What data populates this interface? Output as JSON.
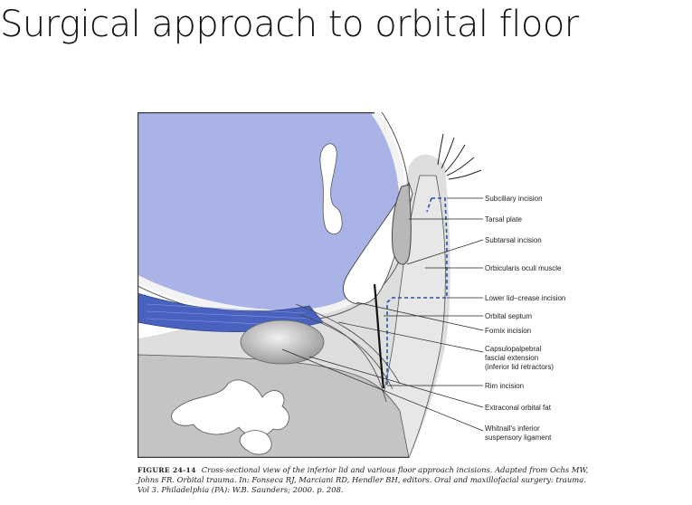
{
  "slide": {
    "title": "Surgical approach to orbital floor"
  },
  "figure": {
    "labels": [
      {
        "id": "subciliary",
        "lines": [
          "Subciliary incision"
        ]
      },
      {
        "id": "tarsal",
        "lines": [
          "Tarsal plate"
        ]
      },
      {
        "id": "subtarsal",
        "lines": [
          "Subtarsal incision"
        ]
      },
      {
        "id": "orbicularis",
        "lines": [
          "Orbicularis oculi muscle"
        ]
      },
      {
        "id": "lidcrease",
        "lines": [
          "Lower lid–crease incision"
        ]
      },
      {
        "id": "septum",
        "lines": [
          "Orbital septum"
        ]
      },
      {
        "id": "fornix",
        "lines": [
          "Fornix incision"
        ]
      },
      {
        "id": "capsulo",
        "lines": [
          "Capsulopalpebral",
          "fascial extension",
          "(inferior lid retractors)"
        ]
      },
      {
        "id": "rim",
        "lines": [
          "Rim incision"
        ]
      },
      {
        "id": "fat",
        "lines": [
          "Extraconal orbital fat"
        ]
      },
      {
        "id": "whitnall",
        "lines": [
          "Whitnall's inferior",
          "suspensory ligament"
        ]
      }
    ],
    "colors": {
      "globe": "#aab3e6",
      "muscle": "#4a62bf",
      "tissue": "#dcdcdc",
      "bone": "#c2c2c2",
      "incision": "#2c4ea8",
      "border": "#3a3a3a"
    }
  },
  "caption": {
    "figure_number": "FIGURE 24-14",
    "text": "Cross-sectional view of the inferior lid and various floor approach incisions. Adapted from Ochs MW, Johns FR. Orbital trauma. In: Fonseca RJ, Marciani RD, Hendler BH, editors. Oral and maxillofacial surgery: trauma. Vol 3. Philadelphia (PA): W.B. Saunders; 2000. p. 208."
  }
}
